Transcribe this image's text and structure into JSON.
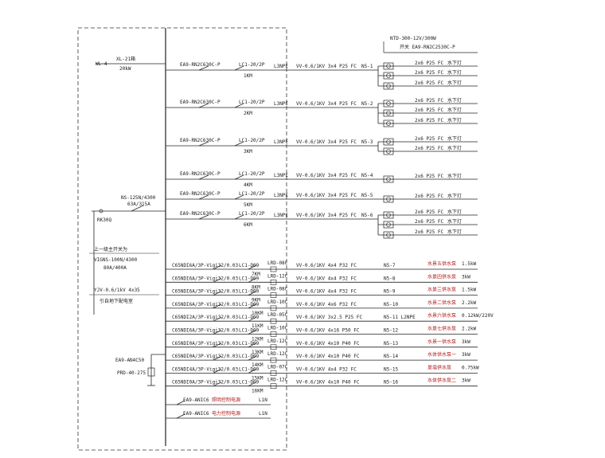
{
  "incoming": {
    "source_ref": "WL-4",
    "cable": "XL-21箱",
    "power": "20kW",
    "main_switch": "NS-125N/4300",
    "main_rating": "63A/315A",
    "spd": "RK30Q",
    "upper_title": "上一级主开关为",
    "upper_model": "VIGNS-100N/4300",
    "upper_rating": "80A/400A",
    "feed_cable": "YJV-0.6/1kV 4x35",
    "feed_from": "引自地下配电室"
  },
  "top_right": {
    "transformer": "NTD-300-12V/300W",
    "switch_label": "开关 EA9-RN2C2530C-P"
  },
  "lighting_circuits": [
    {
      "breaker": "EA9-RN2C630C-P",
      "contactor": "LC1-20/2P",
      "km": "1KM",
      "phase": "L3NPE",
      "cable": "VV-0.6/1KV 3x4 P25 FC",
      "circuit": "N5-1",
      "loads": [
        {
          "spec": "2x6 P25 FC",
          "name": "水下灯"
        },
        {
          "spec": "2x6 P25 FC",
          "name": "水下灯"
        },
        {
          "spec": "2x6 P25 FC",
          "name": "水下灯"
        }
      ]
    },
    {
      "breaker": "EA9-RN2C630C-P",
      "contactor": "LC1-20/2P",
      "km": "2KM",
      "phase": "L3NPE",
      "cable": "VV-0.6/1KV 3x4 P25 FC",
      "circuit": "N5-2",
      "loads": [
        {
          "spec": "2x6 P25 FC",
          "name": "水下灯"
        },
        {
          "spec": "2x6 P25 FC",
          "name": "水下灯"
        },
        {
          "spec": "2x6 P25 FC",
          "name": "水下灯"
        }
      ]
    },
    {
      "breaker": "EA9-RN2C630C-P",
      "contactor": "LC1-20/2P",
      "km": "3KM",
      "phase": "L3NPE",
      "cable": "VV-0.6/1KV 3x4 P25 FC",
      "circuit": "N5-3",
      "loads": [
        {
          "spec": "2x6 P25 FC",
          "name": "水下灯"
        },
        {
          "spec": "2x6 P25 FC",
          "name": "水下灯"
        }
      ]
    },
    {
      "breaker": "EA9-RN2C630C-P",
      "contactor": "LC1-20/2P",
      "km": "4KM",
      "phase": "L3NPE",
      "cable": "VV-0.6/1KV 3x4 P25 FC",
      "circuit": "N5-4",
      "loads": [
        {
          "spec": "2x6 P25 FC",
          "name": "水下灯"
        }
      ]
    },
    {
      "breaker": "EA9-RN2C630C-P",
      "contactor": "LC1-20/2P",
      "km": "5KM",
      "phase": "L3NPE",
      "cable": "VV-0.6/1KV 3x4 P25 FC",
      "circuit": "N5-5",
      "loads": [
        {
          "spec": "2x6 P25 FC",
          "name": "水下灯"
        }
      ]
    },
    {
      "breaker": "EA9-RN2C630C-P",
      "contactor": "LC1-20/2P",
      "km": "6KM",
      "phase": "L3NPE",
      "cable": "VV-0.6/1KV 3x4 P25 FC",
      "circuit": "N5-6",
      "loads": [
        {
          "spec": "2x6 P25 FC",
          "name": "水下灯"
        },
        {
          "spec": "2x6 P25 FC",
          "name": "水下灯"
        },
        {
          "spec": "2x6 P25 FC",
          "name": "水下灯"
        }
      ]
    }
  ],
  "pump_circuits": [
    {
      "breaker": "C65NDI6A/3P-Vigi32/0.03",
      "contactor": "LC1-D09",
      "relay": "LRD-08C",
      "km": "7KM",
      "cable": "VV-0.6/1KV 4x4 P32 FC",
      "circuit": "N5-7",
      "name": "水景五供水泵",
      "power": "1.5kW"
    },
    {
      "breaker": "C65NDI6A/3P-Vigi32/0.03",
      "contactor": "LC1-D09",
      "relay": "LRD-12C",
      "km": "8KM",
      "cable": "VV-0.6/1KV 4x4 P32 FC",
      "circuit": "N5-8",
      "name": "水景四供水泵",
      "power": "3kW"
    },
    {
      "breaker": "C65NDI6A/3P-Vigi32/0.03",
      "contactor": "LC1-D09",
      "relay": "LRD-08C",
      "km": "9KM",
      "cable": "VV-0.6/1KV 4x4 P32 FC",
      "circuit": "N5-9",
      "name": "水景三供水泵",
      "power": "1.5kW"
    },
    {
      "breaker": "C65NDI6A/3P-Vigi32/0.03",
      "contactor": "LC1-D09",
      "relay": "LRD-10C",
      "km": "10KM",
      "cable": "VV-0.6/1KV 4x6 P32 FC",
      "circuit": "N5-10",
      "name": "水景二供水泵",
      "power": "2.2kW"
    },
    {
      "breaker": "C65NDI2A/3P-Vigi32/0.03",
      "contactor": "LC1-D09",
      "relay": "LRD-05C",
      "km": "11KM",
      "cable": "VV-0.6/1KV 3x2.5 P25 FC",
      "circuit": "N5-11 L2NPE",
      "name": "水景六供水泵",
      "power": "0.12kW/220V"
    },
    {
      "breaker": "C65NDI6A/3P-Vigi32/0.03",
      "contactor": "LC1-D09",
      "relay": "LRD-10C",
      "km": "12KM",
      "cable": "VV-0.6/1KV 4x16 P50 FC",
      "circuit": "N5-12",
      "name": "水景七供水泵",
      "power": "2.2kW"
    },
    {
      "breaker": "C65NDI0A/3P-Vigi32/0.03",
      "contactor": "LC1-D09",
      "relay": "LRD-12C",
      "km": "13KM",
      "cable": "VV-0.6/1KV 4x10 P40 FC",
      "circuit": "N5-13",
      "name": "水景一供水泵",
      "power": "3kW"
    },
    {
      "breaker": "C65NDI0A/3P-Vigi32/0.03",
      "contactor": "LC1-D09",
      "relay": "LRD-12C",
      "km": "14KM",
      "cable": "VV-0.6/1KV 4x10 P40 FC",
      "circuit": "N5-14",
      "name": "水体供水泵一",
      "power": "3kW"
    },
    {
      "breaker": "C65NDI4A/3P-Vigi32/0.03",
      "contactor": "LC1-D09",
      "relay": "LRD-07C",
      "km": "15KM",
      "cable": "VV-0.6/1KV 4x4 P32 FC",
      "circuit": "N5-15",
      "name": "景墙供水泵",
      "power": "0.75kW"
    },
    {
      "breaker": "C65NDI0A/3P-Vigi32/0.03",
      "contactor": "LC1-D09",
      "relay": "LRD-12C",
      "km": "16KM",
      "cable": "VV-0.6/1KV 4x10 P40 FC",
      "circuit": "N5-16",
      "name": "水体供水泵二",
      "power": "3kW"
    }
  ],
  "control_circuits": [
    {
      "breaker": "EA9-ANIC6",
      "name": "照明控制电源",
      "phase": "L1N"
    },
    {
      "breaker": "EA9-ANIC6",
      "name": "电力控制电源",
      "phase": "L1N"
    }
  ],
  "spd_device": {
    "model": "EA9-AN4C50",
    "protector": "PRD-40-275"
  }
}
